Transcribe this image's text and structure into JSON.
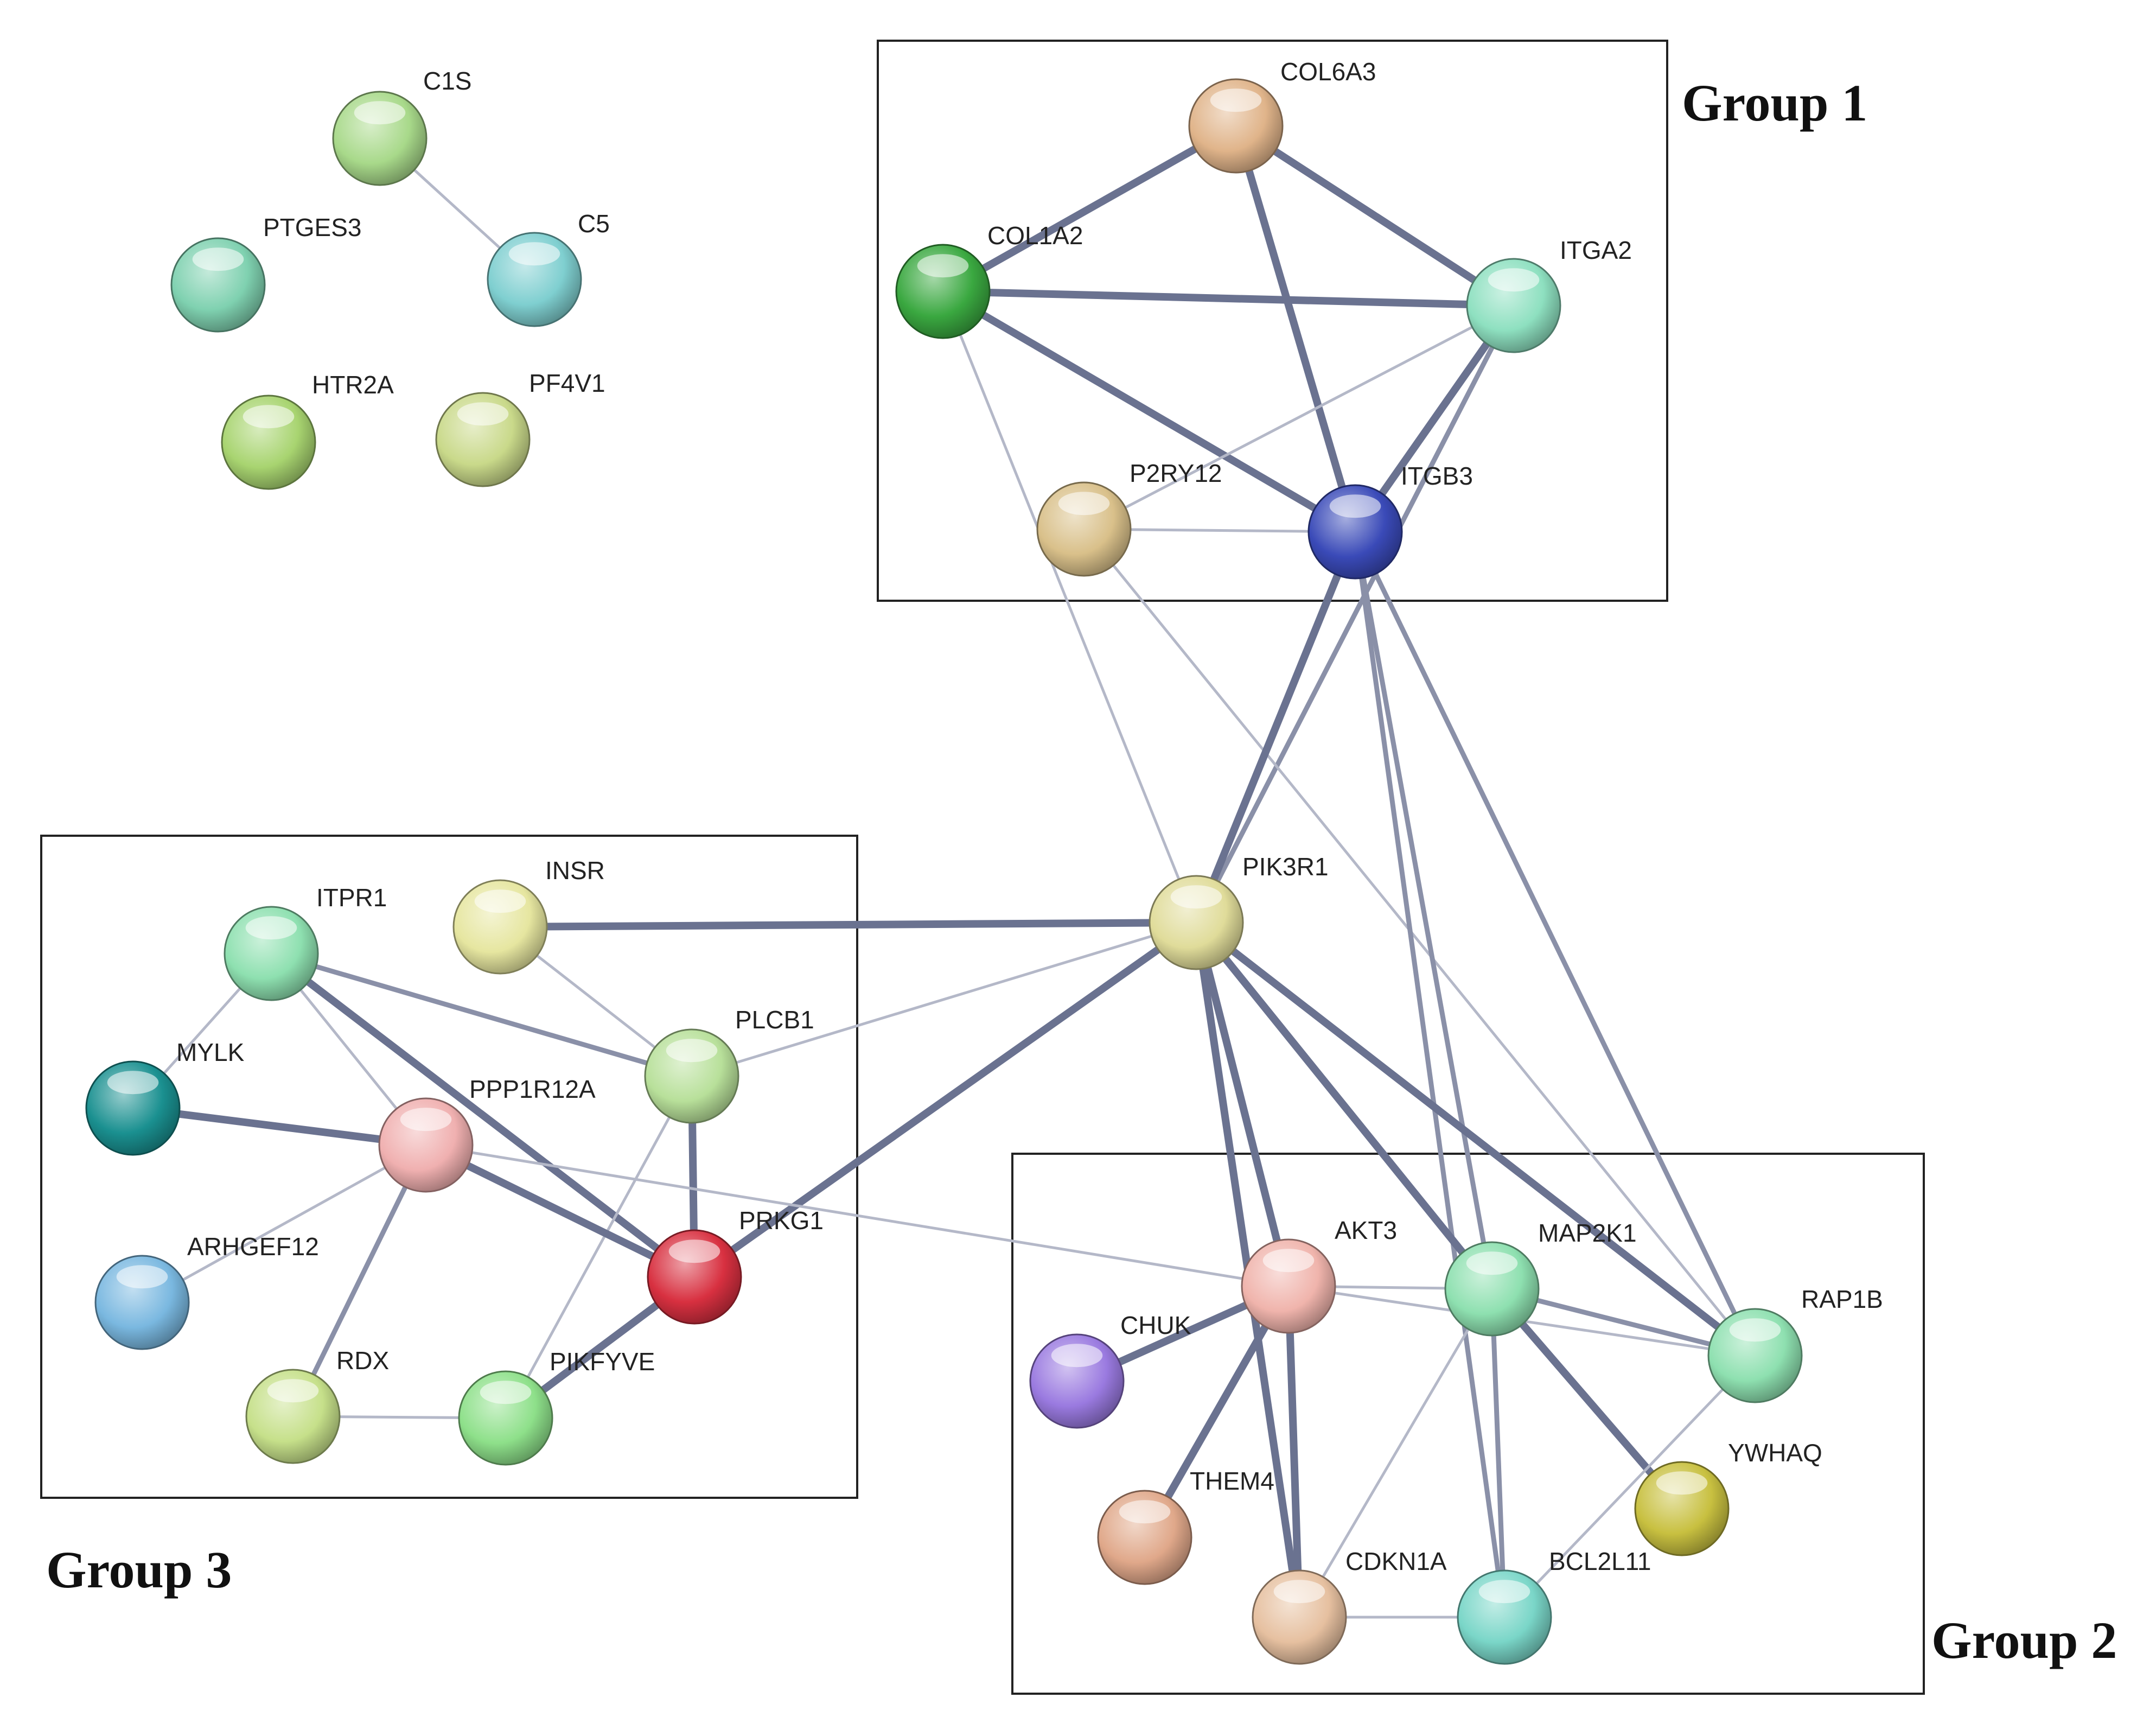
{
  "groups": [
    {
      "id": "g1",
      "label": "Group 1"
    },
    {
      "id": "g2",
      "label": "Group 2"
    },
    {
      "id": "g3",
      "label": "Group 3"
    }
  ],
  "nodes": [
    {
      "id": "C1S",
      "label": "C1S",
      "color": "#a8d98a"
    },
    {
      "id": "C5",
      "label": "C5",
      "color": "#7fcfd0"
    },
    {
      "id": "PTGES3",
      "label": "PTGES3",
      "color": "#7fd1b0"
    },
    {
      "id": "HTR2A",
      "label": "HTR2A",
      "color": "#a8d470"
    },
    {
      "id": "PF4V1",
      "label": "PF4V1",
      "color": "#c9d98a"
    },
    {
      "id": "COL6A3",
      "label": "COL6A3",
      "color": "#e0b48a"
    },
    {
      "id": "COL1A2",
      "label": "COL1A2",
      "color": "#3aa840"
    },
    {
      "id": "ITGA2",
      "label": "ITGA2",
      "color": "#8ee0c0"
    },
    {
      "id": "P2RY12",
      "label": "P2RY12",
      "color": "#d9c08a"
    },
    {
      "id": "ITGB3",
      "label": "ITGB3",
      "color": "#3a4ab8"
    },
    {
      "id": "PIK3R1",
      "label": "PIK3R1",
      "color": "#e0dc9a"
    },
    {
      "id": "ITPR1",
      "label": "ITPR1",
      "color": "#8ee0b0"
    },
    {
      "id": "INSR",
      "label": "INSR",
      "color": "#e6e6a0"
    },
    {
      "id": "MYLK",
      "label": "MYLK",
      "color": "#1a9090"
    },
    {
      "id": "PLCB1",
      "label": "PLCB1",
      "color": "#b8e09a"
    },
    {
      "id": "PPP1R12A",
      "label": "PPP1R12A",
      "color": "#f0b0b0"
    },
    {
      "id": "PRKG1",
      "label": "PRKG1",
      "color": "#d83040"
    },
    {
      "id": "ARHGEF12",
      "label": "ARHGEF12",
      "color": "#7ab8e0"
    },
    {
      "id": "RDX",
      "label": "RDX",
      "color": "#c6e08a"
    },
    {
      "id": "PIKFYVE",
      "label": "PIKFYVE",
      "color": "#8ee08a"
    },
    {
      "id": "AKT3",
      "label": "AKT3",
      "color": "#f0b4ac"
    },
    {
      "id": "MAP2K1",
      "label": "MAP2K1",
      "color": "#8ee0b0"
    },
    {
      "id": "RAP1B",
      "label": "RAP1B",
      "color": "#8ee0b0"
    },
    {
      "id": "CHUK",
      "label": "CHUK",
      "color": "#9a7ae0"
    },
    {
      "id": "THEM4",
      "label": "THEM4",
      "color": "#e0a88a"
    },
    {
      "id": "YWHAQ",
      "label": "YWHAQ",
      "color": "#c8c040"
    },
    {
      "id": "CDKN1A",
      "label": "CDKN1A",
      "color": "#e6c0a0"
    },
    {
      "id": "BCL2L11",
      "label": "BCL2L11",
      "color": "#7ad6c8"
    }
  ],
  "edges": [
    {
      "source": "C1S",
      "target": "C5",
      "strength": "weak"
    },
    {
      "source": "COL6A3",
      "target": "COL1A2",
      "strength": "strong"
    },
    {
      "source": "COL6A3",
      "target": "ITGA2",
      "strength": "strong"
    },
    {
      "source": "COL6A3",
      "target": "ITGB3",
      "strength": "strong"
    },
    {
      "source": "COL1A2",
      "target": "ITGA2",
      "strength": "strong"
    },
    {
      "source": "COL1A2",
      "target": "ITGB3",
      "strength": "strong"
    },
    {
      "source": "COL1A2",
      "target": "PIK3R1",
      "strength": "weak"
    },
    {
      "source": "ITGA2",
      "target": "ITGB3",
      "strength": "strong"
    },
    {
      "source": "ITGA2",
      "target": "P2RY12",
      "strength": "weak"
    },
    {
      "source": "ITGA2",
      "target": "PIK3R1",
      "strength": "medium"
    },
    {
      "source": "P2RY12",
      "target": "ITGB3",
      "strength": "weak"
    },
    {
      "source": "P2RY12",
      "target": "RAP1B",
      "strength": "weak"
    },
    {
      "source": "ITGB3",
      "target": "PIK3R1",
      "strength": "strong"
    },
    {
      "source": "ITGB3",
      "target": "MAP2K1",
      "strength": "medium"
    },
    {
      "source": "ITGB3",
      "target": "BCL2L11",
      "strength": "medium"
    },
    {
      "source": "ITGB3",
      "target": "RAP1B",
      "strength": "medium"
    },
    {
      "source": "PIK3R1",
      "target": "INSR",
      "strength": "strong"
    },
    {
      "source": "PIK3R1",
      "target": "PLCB1",
      "strength": "weak"
    },
    {
      "source": "PIK3R1",
      "target": "PRKG1",
      "strength": "strong"
    },
    {
      "source": "PIK3R1",
      "target": "AKT3",
      "strength": "strong"
    },
    {
      "source": "PIK3R1",
      "target": "CDKN1A",
      "strength": "strong"
    },
    {
      "source": "PIK3R1",
      "target": "MAP2K1",
      "strength": "strong"
    },
    {
      "source": "PIK3R1",
      "target": "RAP1B",
      "strength": "strong"
    },
    {
      "source": "ITPR1",
      "target": "MYLK",
      "strength": "weak"
    },
    {
      "source": "ITPR1",
      "target": "PLCB1",
      "strength": "medium"
    },
    {
      "source": "ITPR1",
      "target": "PPP1R12A",
      "strength": "weak"
    },
    {
      "source": "ITPR1",
      "target": "PRKG1",
      "strength": "strong"
    },
    {
      "source": "INSR",
      "target": "PLCB1",
      "strength": "weak"
    },
    {
      "source": "MYLK",
      "target": "PPP1R12A",
      "strength": "strong"
    },
    {
      "source": "PLCB1",
      "target": "PRKG1",
      "strength": "strong"
    },
    {
      "source": "PLCB1",
      "target": "PIKFYVE",
      "strength": "weak"
    },
    {
      "source": "PPP1R12A",
      "target": "PRKG1",
      "strength": "strong"
    },
    {
      "source": "PPP1R12A",
      "target": "ARHGEF12",
      "strength": "weak"
    },
    {
      "source": "PPP1R12A",
      "target": "RDX",
      "strength": "medium"
    },
    {
      "source": "PPP1R12A",
      "target": "AKT3",
      "strength": "weak"
    },
    {
      "source": "PRKG1",
      "target": "PIKFYVE",
      "strength": "strong"
    },
    {
      "source": "RDX",
      "target": "PIKFYVE",
      "strength": "weak"
    },
    {
      "source": "AKT3",
      "target": "CHUK",
      "strength": "strong"
    },
    {
      "source": "AKT3",
      "target": "THEM4",
      "strength": "strong"
    },
    {
      "source": "AKT3",
      "target": "CDKN1A",
      "strength": "strong"
    },
    {
      "source": "AKT3",
      "target": "MAP2K1",
      "strength": "weak"
    },
    {
      "source": "AKT3",
      "target": "RAP1B",
      "strength": "weak"
    },
    {
      "source": "MAP2K1",
      "target": "RAP1B",
      "strength": "medium"
    },
    {
      "source": "MAP2K1",
      "target": "YWHAQ",
      "strength": "strong"
    },
    {
      "source": "MAP2K1",
      "target": "BCL2L11",
      "strength": "medium"
    },
    {
      "source": "MAP2K1",
      "target": "CDKN1A",
      "strength": "weak"
    },
    {
      "source": "RAP1B",
      "target": "BCL2L11",
      "strength": "weak"
    },
    {
      "source": "CDKN1A",
      "target": "BCL2L11",
      "strength": "weak"
    }
  ]
}
